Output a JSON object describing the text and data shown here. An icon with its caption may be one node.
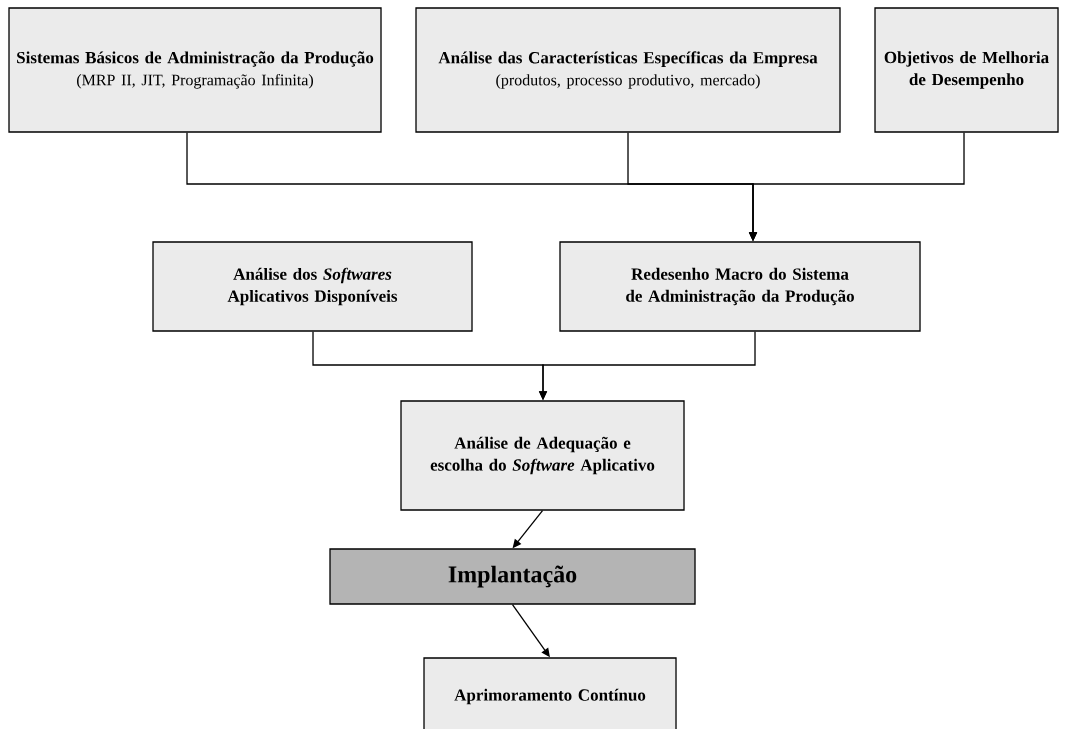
{
  "diagram": {
    "nodes": [
      {
        "text": [
          "Sistemas Básicos de Administração da Produção",
          "(MRP II, JIT, Programação Infinita)"
        ]
      },
      {
        "text": [
          "Análise das Características Específicas da Empresa",
          "(produtos, processo produtivo, mercado)"
        ]
      },
      {
        "text": [
          "Objetivos de Melhoria de Desempenho"
        ]
      },
      {
        "text": [
          "Análise dos *Softwares* Aplicativos Disponíveis"
        ]
      },
      {
        "text": [
          "Redesenho Macro do Sistema de Administração da Produção"
        ]
      },
      {
        "text": [
          "Análise de Adequação e escolha do *Software* Aplicativo"
        ]
      },
      {
        "text": [
          "Implantação"
        ]
      },
      {
        "text": [
          "Aprimoramento Contínuo"
        ]
      }
    ],
    "edges": [
      {
        "from": 0,
        "to": 4,
        "arrow": "to"
      },
      {
        "from": 1,
        "to": 4,
        "arrow": "to"
      },
      {
        "from": 2,
        "to": 4,
        "arrow": "to"
      },
      {
        "from": 3,
        "to": 5,
        "arrow": "to"
      },
      {
        "from": 4,
        "to": 5,
        "arrow": "to"
      },
      {
        "from": 5,
        "to": 6,
        "arrow": "to"
      },
      {
        "from": 6,
        "to": 7,
        "arrow": "to"
      }
    ]
  }
}
